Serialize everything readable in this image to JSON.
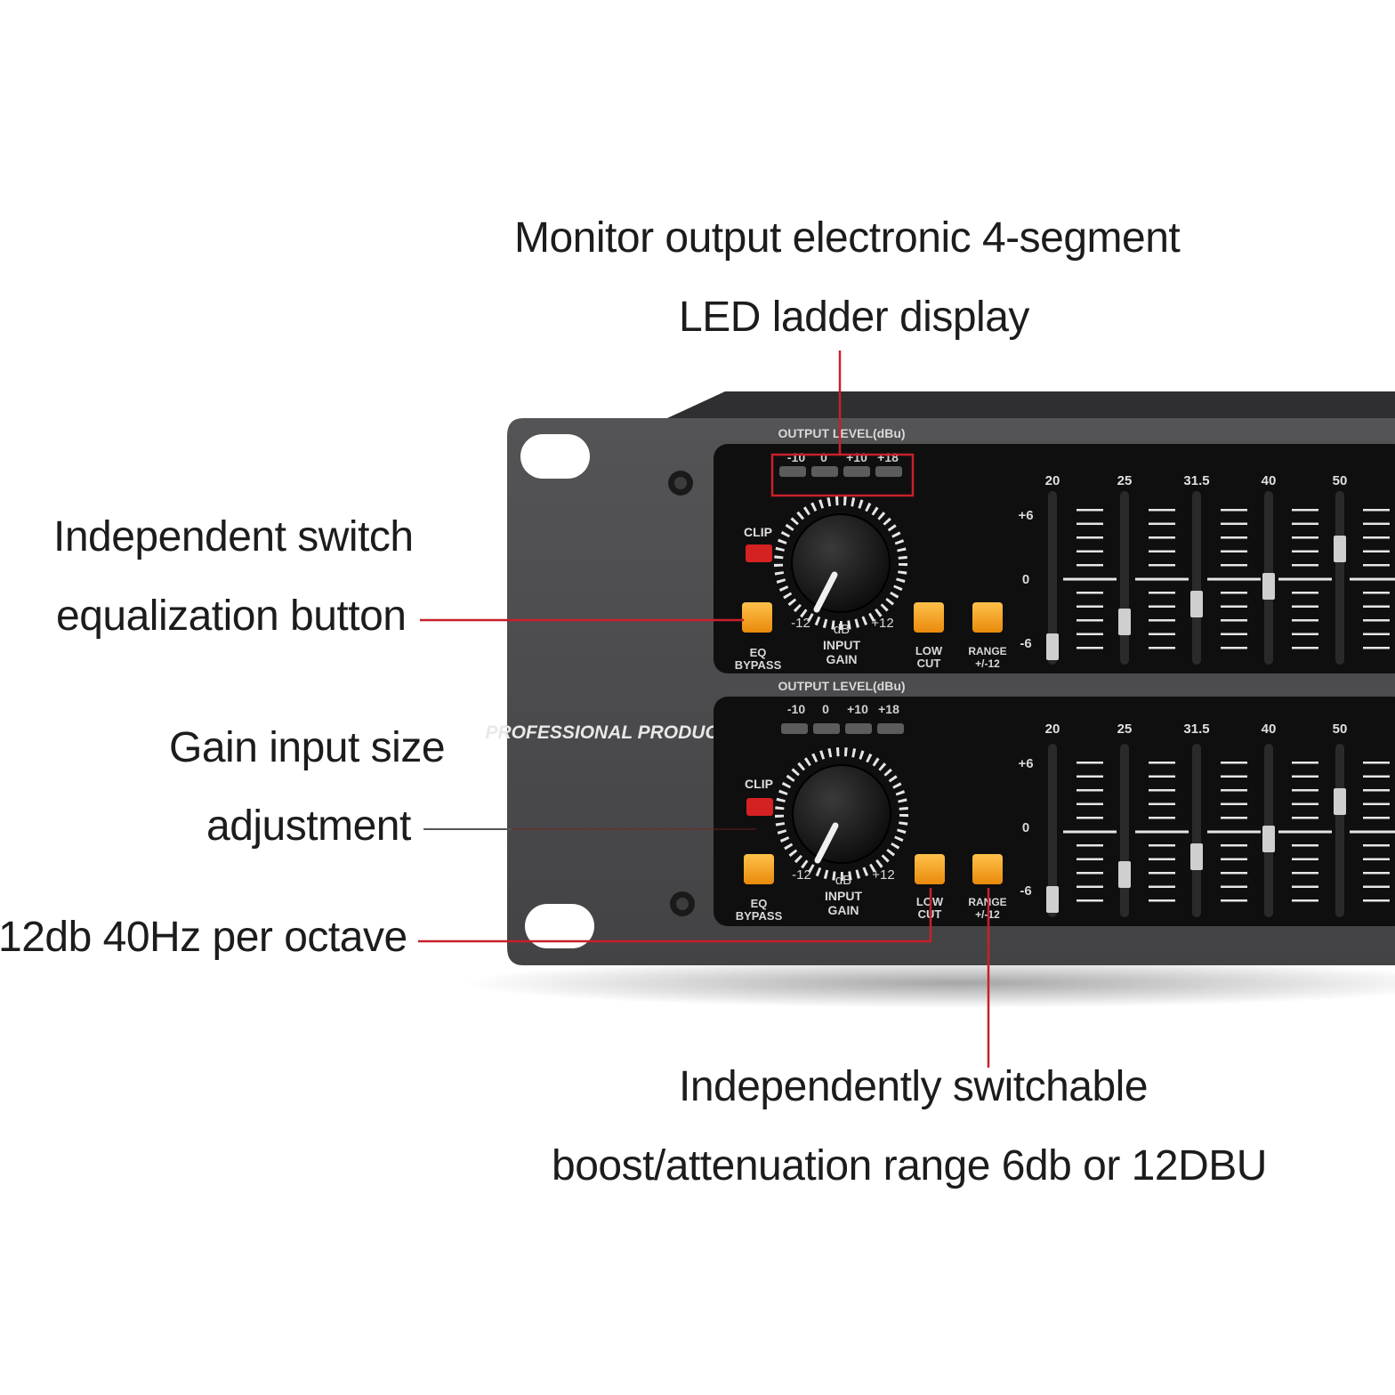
{
  "callouts": {
    "led_line1": "Monitor output electronic 4-segment",
    "led_line2": "LED ladder display",
    "eq_line1": "Independent switch",
    "eq_line2": "equalization button",
    "gain_line1": "Gain input size",
    "gain_line2": "adjustment",
    "lowcut_line1": "12db 40Hz per octave",
    "range_line1": "Independently switchable",
    "range_line2": "boost/attenuation range 6db or 12DBU"
  },
  "device": {
    "brand_text": "PROFESSIONAL PRODUCTS",
    "output_level_label": "OUTPUT LEVEL(dBu)",
    "led_scale": [
      "-10",
      "0",
      "+10",
      "+18"
    ],
    "clip_label": "CLIP",
    "knob_min": "-12",
    "knob_max": "+12",
    "knob_unit": "dB",
    "knob_label_1": "INPUT",
    "knob_label_2": "GAIN",
    "eq_bypass_1": "EQ",
    "eq_bypass_2": "BYPASS",
    "lowcut_1": "LOW",
    "lowcut_2": "CUT",
    "range_1": "RANGE",
    "range_2": "+/-12",
    "freq_bands": [
      "20",
      "25",
      "31.5",
      "40",
      "50"
    ],
    "db_scale": [
      "+6",
      "0",
      "-6"
    ]
  },
  "colors": {
    "panel": "#4b4b4d",
    "faceplate": "#111111",
    "button": "#f7a21a",
    "clip_led": "#d42121",
    "callout_line": "#c8202a",
    "gain_line": "#555555"
  }
}
